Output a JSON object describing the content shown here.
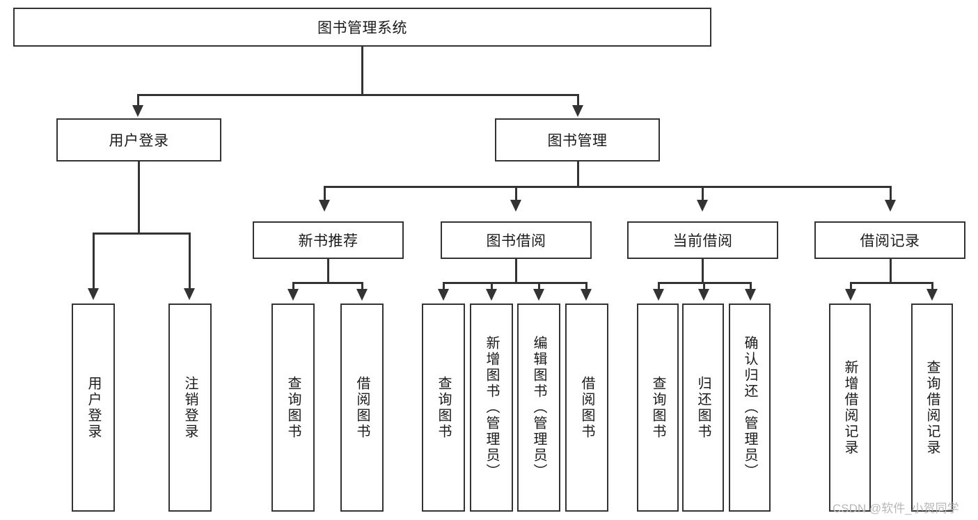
{
  "diagram": {
    "type": "tree-hierarchy",
    "title": "图书管理系统",
    "root": {
      "label": "图书管理系统"
    },
    "level2": [
      {
        "label": "用户登录"
      },
      {
        "label": "图书管理"
      }
    ],
    "level3": [
      {
        "label": "新书推荐"
      },
      {
        "label": "图书借阅"
      },
      {
        "label": "当前借阅"
      },
      {
        "label": "借阅记录"
      }
    ],
    "leaves": {
      "user_login": [
        {
          "label": "用户登录"
        },
        {
          "label": "注销登录"
        }
      ],
      "new_book_recommend": [
        {
          "label": "查询图书"
        },
        {
          "label": "借阅图书"
        }
      ],
      "book_borrow": [
        {
          "label": "查询图书"
        },
        {
          "label": "新增图书（管理员）"
        },
        {
          "label": "编辑图书（管理员）"
        },
        {
          "label": "借阅图书"
        }
      ],
      "current_borrow": [
        {
          "label": "查询图书"
        },
        {
          "label": "归还图书"
        },
        {
          "label": "确认归还（管理员）"
        }
      ],
      "borrow_record": [
        {
          "label": "新增借阅记录"
        },
        {
          "label": "查询借阅记录"
        }
      ]
    }
  },
  "watermark": {
    "text": "CSDN @软件_小贺同学"
  },
  "colors": {
    "stroke": "#333333",
    "background": "#ffffff",
    "text": "#1b1b1b",
    "watermark": "#b8b8b8"
  }
}
